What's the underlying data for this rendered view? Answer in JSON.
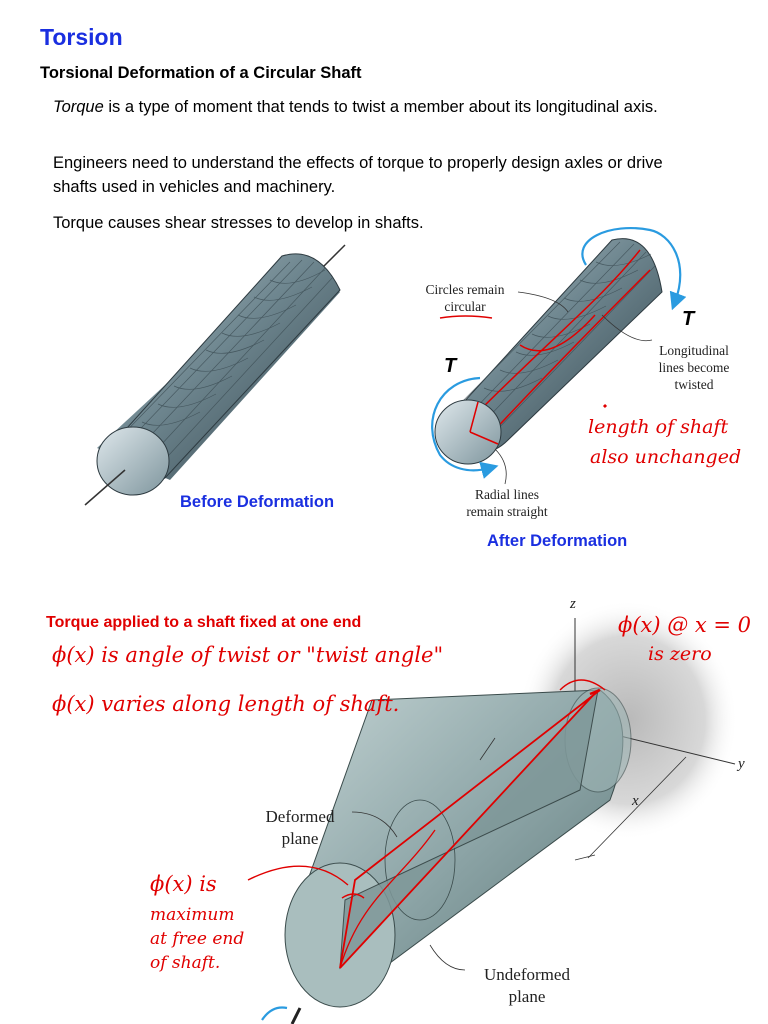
{
  "header": {
    "title": "Torsion",
    "subtitle": "Torsional Deformation of a Circular Shaft"
  },
  "intro": {
    "p1_term": "Torque",
    "p1_rest": " is a type of moment that tends to twist a member about its longitudinal axis.",
    "p2": "Engineers need to understand the effects of torque to properly design axles or drive shafts used in vehicles and machinery.",
    "p3": "Torque causes shear stresses to develop in shafts."
  },
  "figure_top": {
    "before_caption": "Before Deformation",
    "after_caption": "After Deformation",
    "label_circles_1": "Circles remain",
    "label_circles_2": "circular",
    "label_long_1": "Longitudinal",
    "label_long_2": "lines become",
    "label_long_3": "twisted",
    "label_radial_1": "Radial lines",
    "label_radial_2": "remain straight",
    "torque_symbol": "T",
    "note_1": "length of shaft",
    "note_2": "also unchanged"
  },
  "figure_bottom": {
    "heading": "Torque applied to a shaft fixed at one end",
    "note_a": "ϕ(x) is angle of twist or \"twist angle\"",
    "note_b": "ϕ(x) varies along length of shaft.",
    "note_c1": "ϕ(x) @ x = 0",
    "note_c2": "is zero",
    "note_d1": "ϕ(x) is",
    "note_d2": "maximum",
    "note_d3": "at free end",
    "note_d4": "of shaft.",
    "label_deformed_1": "Deformed",
    "label_deformed_2": "plane",
    "label_undeformed_1": "Undeformed",
    "label_undeformed_2": "plane",
    "axis_z": "z",
    "axis_y": "y",
    "axis_x": "x"
  },
  "colors": {
    "accent_blue": "#1a2fe0",
    "annotation_red": "#e00000",
    "shaft_steel": "#6f8c96",
    "shaft_fixed": "#9fb6b6"
  }
}
